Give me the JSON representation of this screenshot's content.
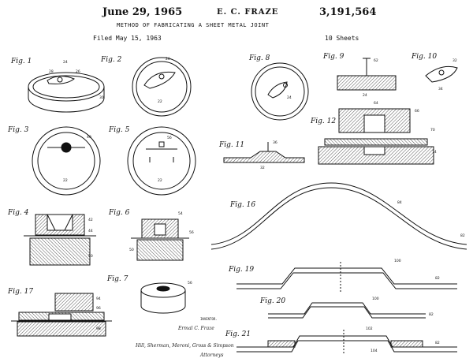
{
  "header": {
    "date": "June 29, 1965",
    "inventor": "E. C. FRAZE",
    "patent_number": "3,191,564",
    "title": "METHOD OF FABRICATING A SHEET METAL JOINT",
    "filed": "Filed May 15, 1963",
    "sheets": "10 Sheets"
  },
  "figures": {
    "f1": "Fig. 1",
    "f2": "Fig. 2",
    "f3": "Fig. 3",
    "f4": "Fig. 4",
    "f5": "Fig. 5",
    "f6": "Fig. 6",
    "f7": "Fig. 7",
    "f8": "Fig. 8",
    "f9": "Fig. 9",
    "f10": "Fig. 10",
    "f11": "Fig. 11",
    "f12": "Fig. 12",
    "f16": "Fig. 16",
    "f17": "Fig. 17",
    "f19": "Fig. 19",
    "f20": "Fig. 20",
    "f21": "Fig. 21"
  },
  "refs": {
    "r20": "20",
    "r22": "22",
    "r24": "24",
    "r26": "26",
    "r28": "28",
    "r30": "30",
    "r32": "32",
    "r34": "34",
    "r36": "36",
    "r40": "40",
    "r42": "42",
    "r44": "44",
    "r50": "50",
    "r54": "54",
    "r56": "56",
    "r60": "60",
    "r62": "62",
    "r64": "64",
    "r66": "66",
    "r70": "70",
    "r74": "74",
    "r80": "80",
    "r82": "82",
    "r84": "84",
    "r90": "90",
    "r94": "94",
    "r96": "96",
    "r98": "98",
    "r100": "100",
    "r102": "102",
    "r104": "104"
  },
  "signature": {
    "caption": "INVENTOR.",
    "inventor_name": "Ermal C. Fraze",
    "attorney_name": "Hill, Sherman, Meroni, Gross & Simpson",
    "attorneys": "Attorneys"
  }
}
